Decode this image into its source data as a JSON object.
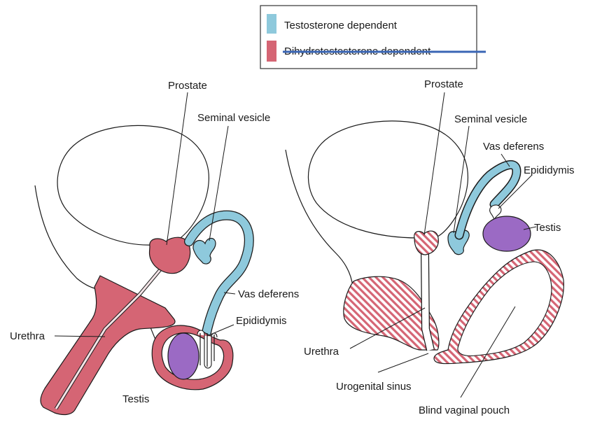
{
  "colors": {
    "testosterone": "#8ec9dc",
    "dht": "#d56574",
    "testis": "#9b6ac4",
    "outline": "#1a1a1a",
    "strike": "#3a66b5"
  },
  "legend": {
    "items": [
      {
        "label": "Testosterone dependent",
        "color": "#8ec9dc"
      },
      {
        "label": "Dihydrotestosterone dependent",
        "color": "#d56574",
        "struck_through": true
      }
    ]
  },
  "male": {
    "labels": {
      "prostate": "Prostate",
      "seminal_vesicle": "Seminal vesicle",
      "vas_deferens": "Vas deferens",
      "epididymis": "Epididymis",
      "urethra": "Urethra",
      "testis": "Testis"
    }
  },
  "female": {
    "labels": {
      "prostate": "Prostate",
      "seminal_vesicle": "Seminal vesicle",
      "vas_deferens": "Vas deferens",
      "epididymis": "Epididymis",
      "testis": "Testis",
      "urethra": "Urethra",
      "urogenital_sinus": "Urogenital sinus",
      "blind_vaginal_pouch": "Blind vaginal pouch"
    }
  }
}
